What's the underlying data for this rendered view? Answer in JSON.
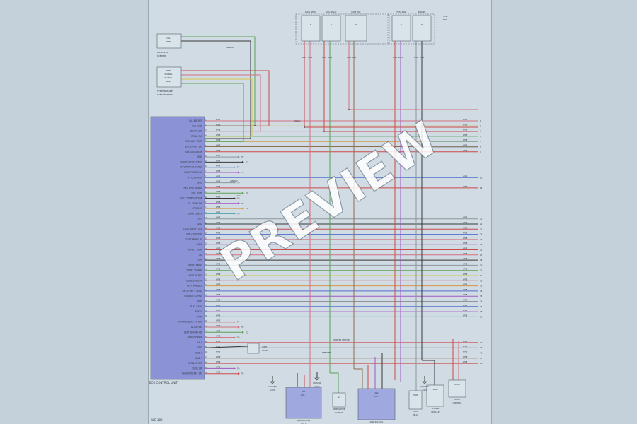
{
  "colors": {
    "pink": "#d5707f",
    "red": "#cc4a4a",
    "yellow": "#d4c44b",
    "orange": "#d39745",
    "green": "#5aa256",
    "blue": "#4f6fd0",
    "purple": "#a05ac0",
    "grey": "#8d959b",
    "teal": "#4fa3a8",
    "brown": "#8e6d4b",
    "dark": "#3a3a3a",
    "module": "#8b93d6"
  },
  "sheet_id": "WE-180",
  "watermark": "PREVIEW",
  "ecm": {
    "label": "ECU CONTROL UNIT",
    "pins": [
      "IN-LINE REF",
      "IGN VOLT",
      "BRAKE SIG",
      "ROAD SIG",
      "COOLANT TEMP",
      "BOOST REF SIG",
      "SPEED SENS IN",
      "GND",
      "SWITCHED OUTPUT",
      "UP CONTROL PANEL",
      "FUEL PRESSURE",
      "5V CONTROL",
      "GND",
      "REV RPM RANGE",
      "IGN TEMP",
      "LEFT TEMP SENSOR",
      "OIL TEMP SW",
      "SPEED IN",
      "DIAG CHECK",
      "SPD",
      "GND",
      "HIGH SPEED FAN",
      "FAN CONTROL",
      "STARTER RELAY",
      "MAP",
      "SUPPLY TEMP",
      "OIL",
      "SPD",
      "SPEED PROG",
      "START SIGNAL",
      "HEATER REL",
      "SENS SENSOR",
      "LEFT HANDLE",
      "ANTI THEFT SEND",
      "SENSOR SUPPLY",
      "GND",
      "FUEL SENS",
      "FUSES",
      "BATT",
      "START SIGNAL 5V REF",
      "DOOR SIG",
      "LEFT DOOR HDL",
      "SENSOR PWR",
      "HALL",
      "GND",
      "GND 2",
      "GND 3",
      "SENSOR REF",
      "SENS SW",
      "HIGH SPD REF SIG"
    ]
  },
  "sensors": {
    "oil": {
      "inner": [
        "OIL",
        "REF"
      ],
      "label": [
        "OIL PRESS",
        "SENDER"
      ]
    },
    "temp": {
      "inner": [
        "REF",
        "SIGNAL",
        "SIGNAL",
        "SENS"
      ],
      "label": [
        "TEMPERATURE",
        "SENSOR TEMP"
      ]
    },
    "top": [
      "MAIN RELAY",
      "COIL RELAY",
      "FUSE BOX",
      "FUSE BOX",
      "ENGINE"
    ]
  },
  "grounds": [
    {
      "label": [
        "GROUND",
        "G100"
      ]
    },
    {
      "label": [
        "GROUND",
        "G101"
      ]
    },
    {
      "label": [
        "GROUND",
        "G102"
      ]
    }
  ],
  "bottom_modules": [
    {
      "inner": [
        "IGN",
        "COIL 1"
      ],
      "label": [
        "IGNITION COIL",
        "CYL 1"
      ]
    },
    {
      "inner": [
        "ALT"
      ],
      "label": [
        "ALTERNATOR",
        "OUTPUT"
      ]
    },
    {
      "inner": [
        "IGN",
        "COIL 2"
      ],
      "label": [
        "IGNITION COIL",
        "CYL 2"
      ]
    },
    {
      "inner": [
        "HORN"
      ],
      "label": [
        "HORN",
        "RELAY"
      ]
    },
    {
      "inner": [
        "SENS"
      ],
      "label": [
        "SENSOR",
        "MODULE"
      ]
    },
    {
      "inner": [
        "VALVE"
      ],
      "label": [
        "VALVE",
        "CONTROL"
      ]
    }
  ],
  "wire_notes": [
    "STARTER MOTOR",
    "SPEAKER",
    "IGN SW",
    "SIG"
  ]
}
